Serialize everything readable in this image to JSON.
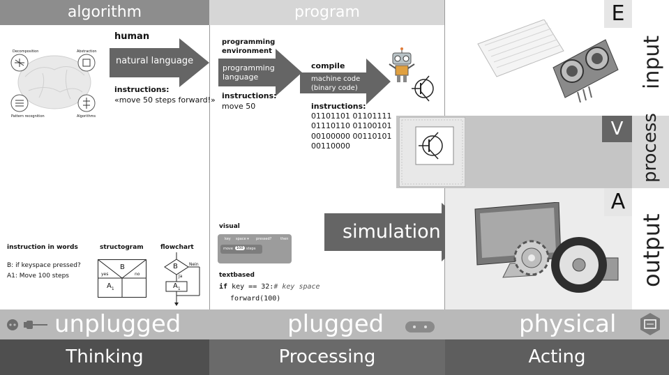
{
  "columns": {
    "algorithm": "algorithm",
    "program": "program"
  },
  "algorithm": {
    "human": "human",
    "natural_language": "natural language",
    "instructions_label": "instructions:",
    "instructions_text": "«move 50 steps forward!»",
    "brain_labels": [
      "Decomposition",
      "Abstraction",
      "Pattern recognition",
      "Algorithms"
    ]
  },
  "program": {
    "env_label_1": "programming",
    "env_label_2": "environment",
    "arrow_1": "programming",
    "arrow_2": "language",
    "instructions_label": "instructions:",
    "instructions_text": "move 50",
    "compile": "compile",
    "machine_1": "machine code",
    "machine_2": "(binary code)",
    "bin_label": "instructions:",
    "bin_lines": [
      "01101101 01101111",
      "01110110 01100101",
      "00100000 00110101",
      "00110000"
    ]
  },
  "lower_left": {
    "words_title": "instruction in words",
    "words_line1": "B: if keyspace pressed?",
    "words_line2": "A1: Move 100 steps",
    "structogram_title": "structogram",
    "sg_b": "B",
    "sg_yes": "yes",
    "sg_no": "no",
    "sg_a": "A",
    "sg_a_sub": "1",
    "flowchart_title": "flowchart",
    "fc_b": "B",
    "fc_nein": "Nein",
    "fc_ja": "Ja",
    "fc_a": "A",
    "fc_a_sub": "1"
  },
  "lower_mid": {
    "visual_title": "visual",
    "block_key": "key",
    "block_space": "space ▾",
    "block_pressed": "pressed?",
    "block_then": "then",
    "block_move": "move",
    "block_num": "100",
    "block_steps": "steps",
    "text_title": "textbased",
    "code_if": "if",
    "code_key": "key",
    "code_eq": "==",
    "code_num": "32",
    "code_colon": ":",
    "code_comment": "# key space",
    "code_forward": "forward",
    "code_arg": "(100)"
  },
  "simulation": "simulation",
  "right": {
    "input": "input",
    "process": "process",
    "output": "output",
    "letter_e": "E",
    "letter_v": "V",
    "letter_a": "A"
  },
  "bands": {
    "unplugged": "unplugged",
    "plugged": "plugged",
    "physical": "physical"
  },
  "footer": {
    "thinking": "Thinking",
    "processing": "Processing",
    "acting": "Acting"
  },
  "colors": {
    "head_dark": "#8d8d8d",
    "head_light": "#d6d6d6",
    "arrow": "#656565",
    "band": "#b9b9b9",
    "footer_dark": "#4f4f4f",
    "footer_mid": "#6a6a6a",
    "footer_light": "#5e5e5e"
  }
}
